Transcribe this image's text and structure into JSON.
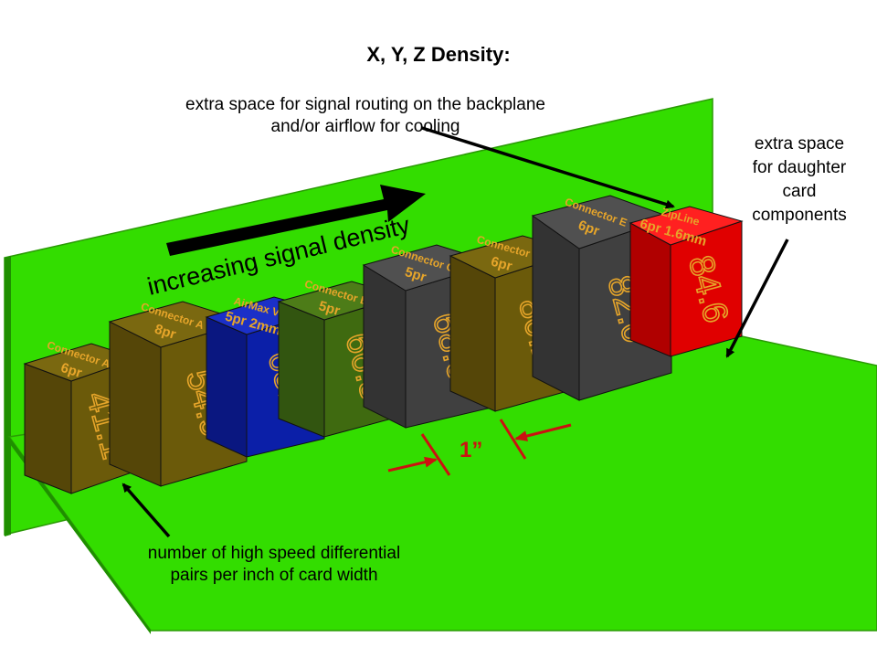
{
  "title": "X, Y, Z Density:",
  "annotations": {
    "routing": [
      "extra space for signal routing on the backplane",
      "and/or airflow for cooling"
    ],
    "daughter": [
      "extra space",
      "for daughter",
      "card",
      "components"
    ],
    "pairs": [
      "number of high speed differential",
      "pairs per inch of card width"
    ]
  },
  "density_label": "increasing signal density",
  "width_label": "1”",
  "colors": {
    "board": "#33dd00",
    "olive": "#6b5a0a",
    "dark_gray": "#404040",
    "blue": "#0b1fa8",
    "green_block": "#3f6a10",
    "red": "#e00000",
    "label": "#e6a52a",
    "dim_arrow": "#cc1111"
  },
  "connectors": [
    {
      "name": "Connector A",
      "pairs": "6pr",
      "density": "41.1",
      "color": "olive"
    },
    {
      "name": "Connector A",
      "pairs": "8pr",
      "density": "54.9",
      "color": "olive"
    },
    {
      "name": "AirMax VS",
      "pairs": "5pr  2mm",
      "density": "63.5",
      "color": "blue"
    },
    {
      "name": "Connector B",
      "pairs": "5pr",
      "density": "66.8",
      "color": "green_block"
    },
    {
      "name": "Connector C",
      "pairs": "5pr",
      "density": "68.6",
      "color": "dark_gray"
    },
    {
      "name": "Connector D",
      "pairs": "6pr",
      "density": "80.2",
      "color": "olive"
    },
    {
      "name": "Connector E",
      "pairs": "6pr",
      "density": "82.0",
      "color": "dark_gray"
    },
    {
      "name": "ZipLine",
      "pairs": "6pr  1.6mm",
      "density": "84.6",
      "color": "red"
    }
  ]
}
